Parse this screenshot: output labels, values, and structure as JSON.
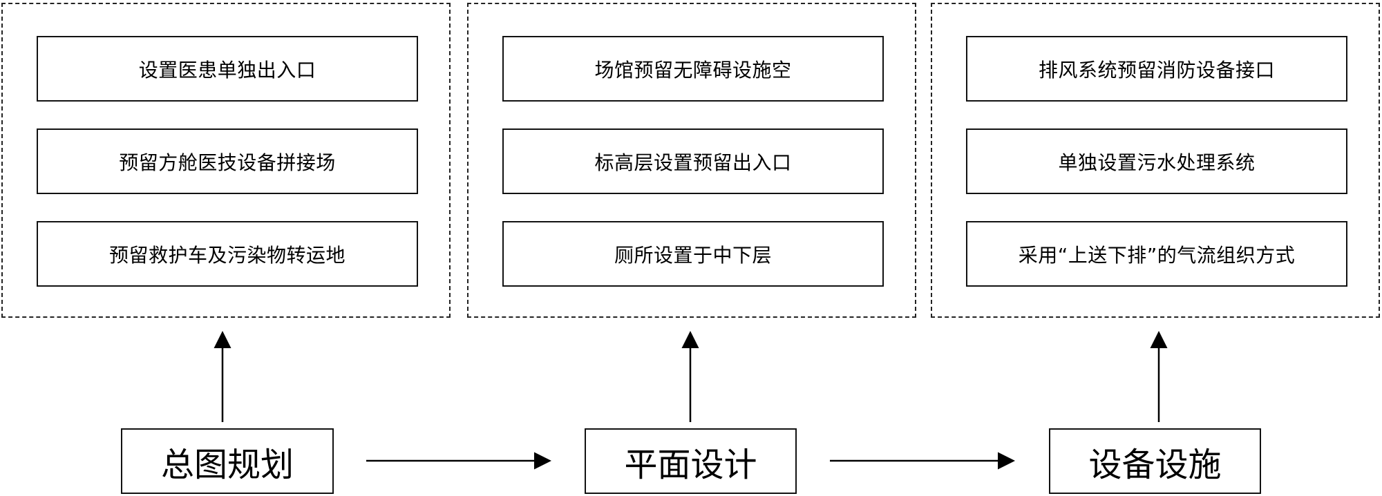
{
  "groups": [
    {
      "items": [
        "设置医患单独出入口",
        "预留方舱医技设备拼接场",
        "预留救护车及污染物转运地"
      ]
    },
    {
      "items": [
        "场馆预留无障碍设施空",
        "标高层设置预留出入口",
        "厕所设置于中下层"
      ]
    },
    {
      "items": [
        "排风系统预留消防设备接口",
        "单独设置污水处理系统",
        "采用“上送下排”的气流组织方式"
      ]
    }
  ],
  "stages": [
    "总图规划",
    "平面设计",
    "设备设施"
  ]
}
